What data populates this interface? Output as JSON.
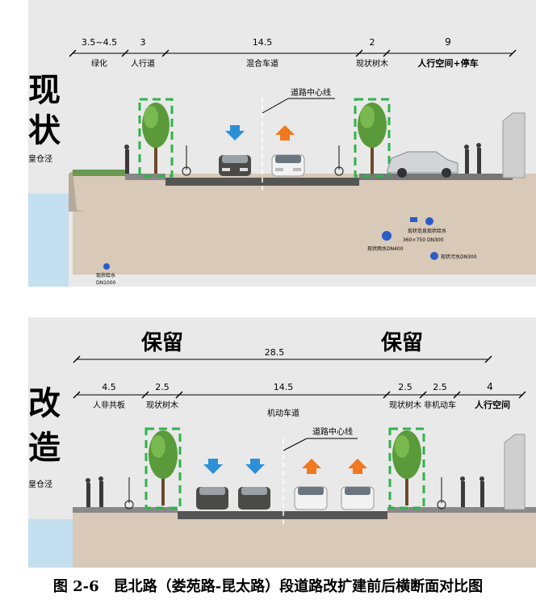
{
  "figure": {
    "caption": "图 2-6　昆北路（娄苑路-昆太路）段道路改扩建前后横断面对比图"
  },
  "before": {
    "title_line1": "现",
    "title_line2": "状",
    "side_label": "皇仓泾",
    "centerline_label": "道路中心线",
    "segments": [
      {
        "width": "3.5~4.5",
        "label": "绿化"
      },
      {
        "width": "3",
        "label": "人行道"
      },
      {
        "width": "14.5",
        "label": "混合车道"
      },
      {
        "width": "2",
        "label": "现状树木"
      },
      {
        "width": "9",
        "label": "人行空间+停车"
      }
    ],
    "utilities": [
      {
        "label": "现状信息",
        "size": "360×750"
      },
      {
        "label": "现状给水",
        "size": "DN300"
      },
      {
        "label": "现状雨水DN400"
      },
      {
        "label": "现状污水DN300"
      },
      {
        "label": "现状给水",
        "size": "DN1000"
      }
    ]
  },
  "after": {
    "title_line1": "改",
    "title_line2": "造",
    "side_label": "皇仓泾",
    "keep_left": "保留",
    "keep_right": "保留",
    "total_width": "28.5",
    "centerline_label": "道路中心线",
    "segments": [
      {
        "width": "4.5",
        "label": "人非共板"
      },
      {
        "width": "2.5",
        "label": "现状树木"
      },
      {
        "width": "14.5",
        "label": "机动车道"
      },
      {
        "width": "2.5",
        "label": "现状树木"
      },
      {
        "width": "2.5",
        "label": "非机动车"
      },
      {
        "width": "4",
        "label": "人行空间"
      }
    ]
  },
  "colors": {
    "ground": "#d8c8b8",
    "road": "#555555",
    "water": "#c4dff0",
    "tree_box": "#2fb34a",
    "arrow_down": "#2d8fd8",
    "arrow_up": "#f07820"
  }
}
